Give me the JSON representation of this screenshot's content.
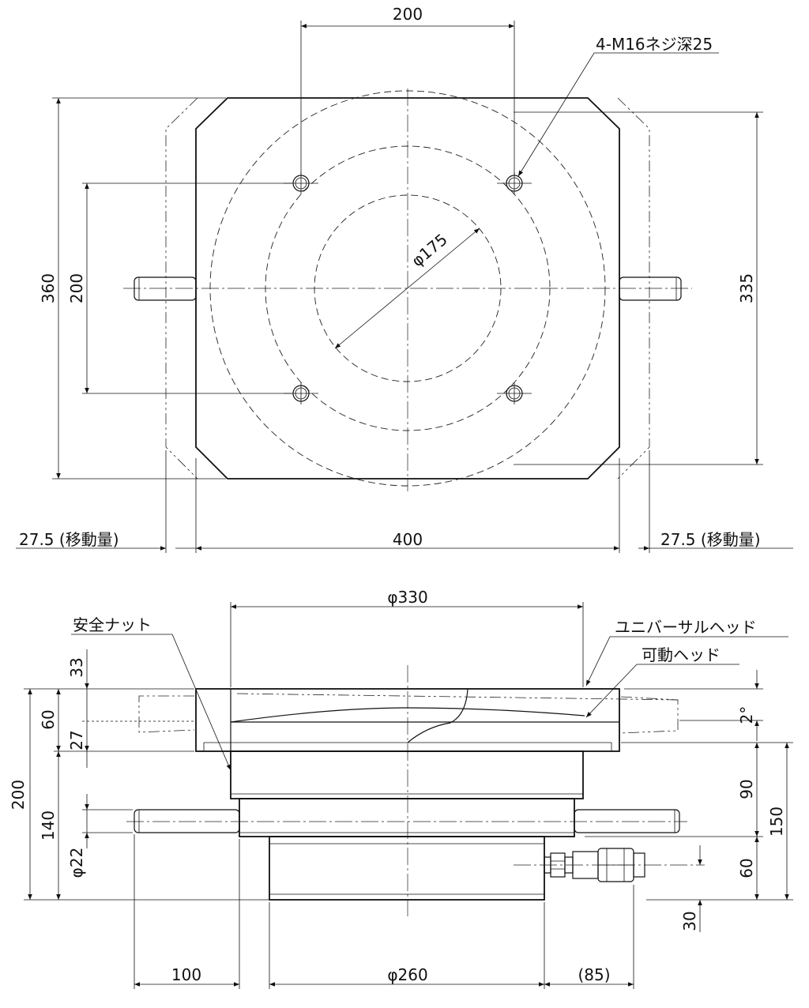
{
  "top_view": {
    "hole_spacing_h": "200",
    "thread_note": "4-M16ネジ深25",
    "height_outer": "360",
    "hole_spacing_v": "200",
    "height_335": "335",
    "diameter_175": "φ175",
    "width_400": "400",
    "travel_left": "27.5 (移動量)",
    "travel_right": "27.5 (移動量)"
  },
  "side_view": {
    "diameter_330": "φ330",
    "safety_nut": "安全ナット",
    "universal_head": "ユニバーサルヘッド",
    "movable_head": "可動ヘッド",
    "dim_33": "33",
    "dim_60": "60",
    "dim_27": "27",
    "dim_200": "200",
    "dim_140": "140",
    "dim_phi22": "φ22",
    "angle_2": "2°",
    "dim_90": "90",
    "dim_150": "150",
    "dim_60b": "60",
    "dim_30": "30",
    "dim_100": "100",
    "diameter_260": "φ260",
    "dim_85": "(85)"
  }
}
